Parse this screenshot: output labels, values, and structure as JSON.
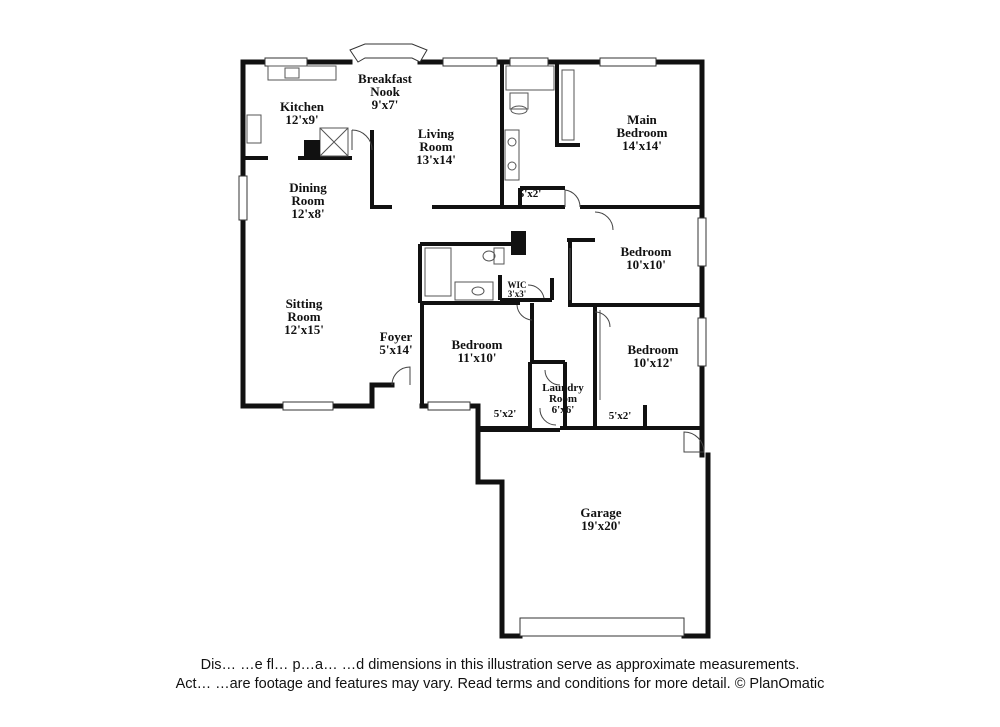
{
  "rooms": {
    "breakfast_nook": {
      "name": [
        "Breakfast",
        "Nook"
      ],
      "dims": "9'x7'"
    },
    "kitchen": {
      "name": [
        "Kitchen"
      ],
      "dims": "12'x9'"
    },
    "living_room": {
      "name": [
        "Living",
        "Room"
      ],
      "dims": "13'x14'"
    },
    "main_bedroom": {
      "name": [
        "Main",
        "Bedroom"
      ],
      "dims": "14'x14'"
    },
    "bath1_closet": {
      "dims": "5'x2'"
    },
    "dining_room": {
      "name": [
        "Dining",
        "Room"
      ],
      "dims": "12'x8'"
    },
    "bedroom_ne": {
      "name": [
        "Bedroom"
      ],
      "dims": "10'x10'"
    },
    "wic": {
      "name": [
        "WIC"
      ],
      "dims": "3'x3'"
    },
    "sitting_room": {
      "name": [
        "Sitting",
        "Room"
      ],
      "dims": "12'x15'"
    },
    "foyer": {
      "name": [
        "Foyer"
      ],
      "dims": "5'x14'"
    },
    "bedroom_mid": {
      "name": [
        "Bedroom"
      ],
      "dims": "11'x10'"
    },
    "bedroom_se": {
      "name": [
        "Bedroom"
      ],
      "dims": "10'x12'"
    },
    "laundry_room": {
      "name": [
        "Laundry",
        "Room"
      ],
      "dims": "6'x6'"
    },
    "closet_mid": {
      "dims": "5'x2'"
    },
    "closet_se": {
      "dims": "5'x2'"
    },
    "garage": {
      "name": [
        "Garage"
      ],
      "dims": "19'x20'"
    }
  },
  "disclaimer": {
    "line1": "Dis… …e fl… p…a… …d dimensions in this illustration serve as approximate measurements.",
    "line2": "Act… …are footage and features may vary. Read terms and conditions for more detail. © PlanOmatic"
  },
  "colors": {
    "wall": "#111111",
    "fixture": "#555555",
    "background": "#ffffff"
  }
}
